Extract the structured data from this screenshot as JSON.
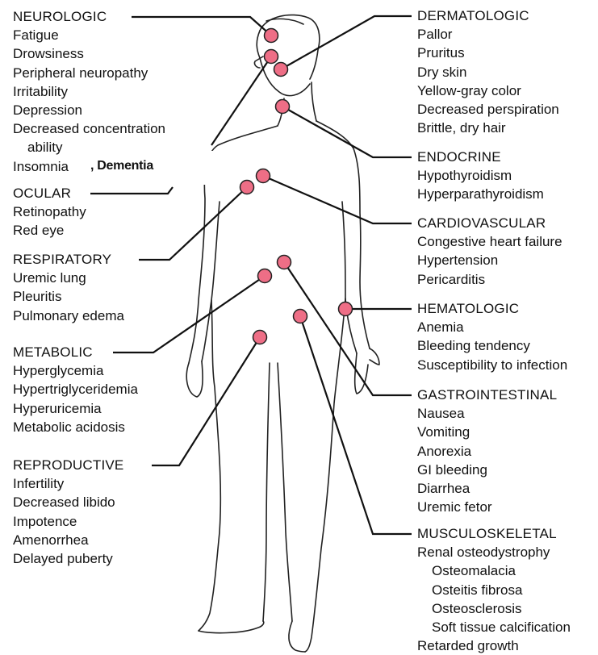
{
  "groups": {
    "neurologic": {
      "title": "NEUROLOGIC",
      "items": [
        "Fatigue",
        "Drowsiness",
        "Peripheral neuropathy",
        "Irritability",
        "Depression",
        "Decreased concentration",
        "ability",
        "Insomnia"
      ]
    },
    "ocular": {
      "title": "OCULAR",
      "items": [
        "Retinopathy",
        "Red eye"
      ]
    },
    "respiratory": {
      "title": "RESPIRATORY",
      "items": [
        "Uremic lung",
        "Pleuritis",
        "Pulmonary edema"
      ]
    },
    "metabolic": {
      "title": "METABOLIC",
      "items": [
        "Hyperglycemia",
        "Hypertriglyceridemia",
        "Hyperuricemia",
        "Metabolic acidosis"
      ]
    },
    "reproductive": {
      "title": "REPRODUCTIVE",
      "items": [
        "Infertility",
        "Decreased libido",
        "Impotence",
        "Amenorrhea",
        "Delayed puberty"
      ]
    },
    "dermatologic": {
      "title": "DERMATOLOGIC",
      "items": [
        "Pallor",
        "Pruritus",
        "Dry skin",
        "Yellow-gray color",
        "Decreased perspiration",
        "Brittle, dry hair"
      ]
    },
    "endocrine": {
      "title": "ENDOCRINE",
      "items": [
        "Hypothyroidism",
        "Hyperparathyroidism"
      ]
    },
    "cardiovascular": {
      "title": "CARDIOVASCULAR",
      "items": [
        "Congestive heart failure",
        "Hypertension",
        "Pericarditis"
      ]
    },
    "hematologic": {
      "title": "HEMATOLOGIC",
      "items": [
        "Anemia",
        "Bleeding tendency",
        "Susceptibility to infection"
      ]
    },
    "gastrointestinal": {
      "title": "GASTROINTESTINAL",
      "items": [
        "Nausea",
        "Vomiting",
        "Anorexia",
        "GI bleeding",
        "Diarrhea",
        "Uremic fetor"
      ]
    },
    "musculoskeletal": {
      "title": "MUSCULOSKELETAL",
      "items": [
        "Renal osteodystrophy",
        "Osteomalacia",
        "Osteitis fibrosa",
        "Osteosclerosis",
        "Soft tissue calcification",
        "Retarded growth"
      ]
    }
  },
  "overlay_text": ", Dementia",
  "colors": {
    "dot_fill": "#ee6e86",
    "dot_stroke": "#222222",
    "line": "#111111",
    "body_outline": "#222222"
  }
}
